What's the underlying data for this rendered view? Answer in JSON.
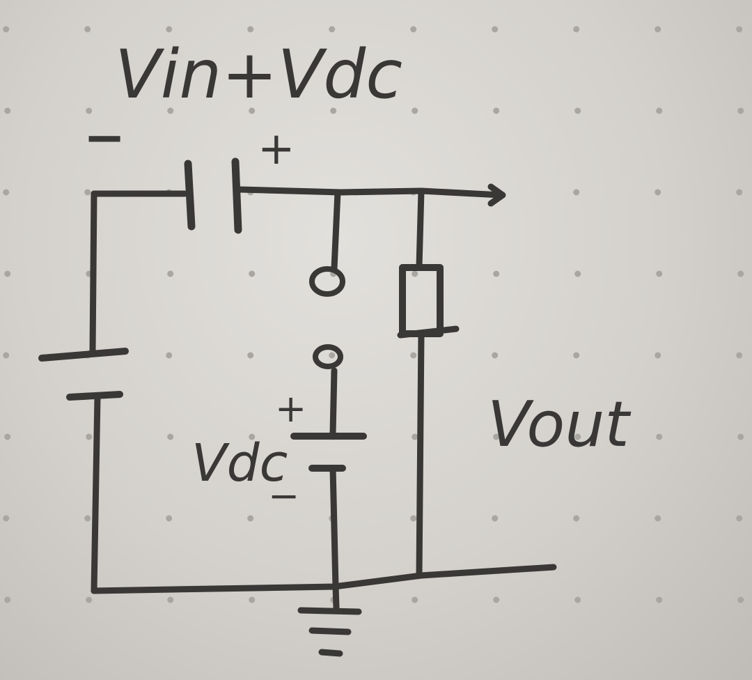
{
  "diagram": {
    "labels": {
      "top_voltage": "Vin+Vdc",
      "cap_minus": "−",
      "cap_plus": "+",
      "dc_source": "Vdc",
      "dc_plus": "+",
      "dc_minus": "−",
      "output": "Vout"
    },
    "colors": {
      "paper": "#dcdad6",
      "ink": "#3a3836",
      "dot": "#a9a6a1"
    }
  }
}
